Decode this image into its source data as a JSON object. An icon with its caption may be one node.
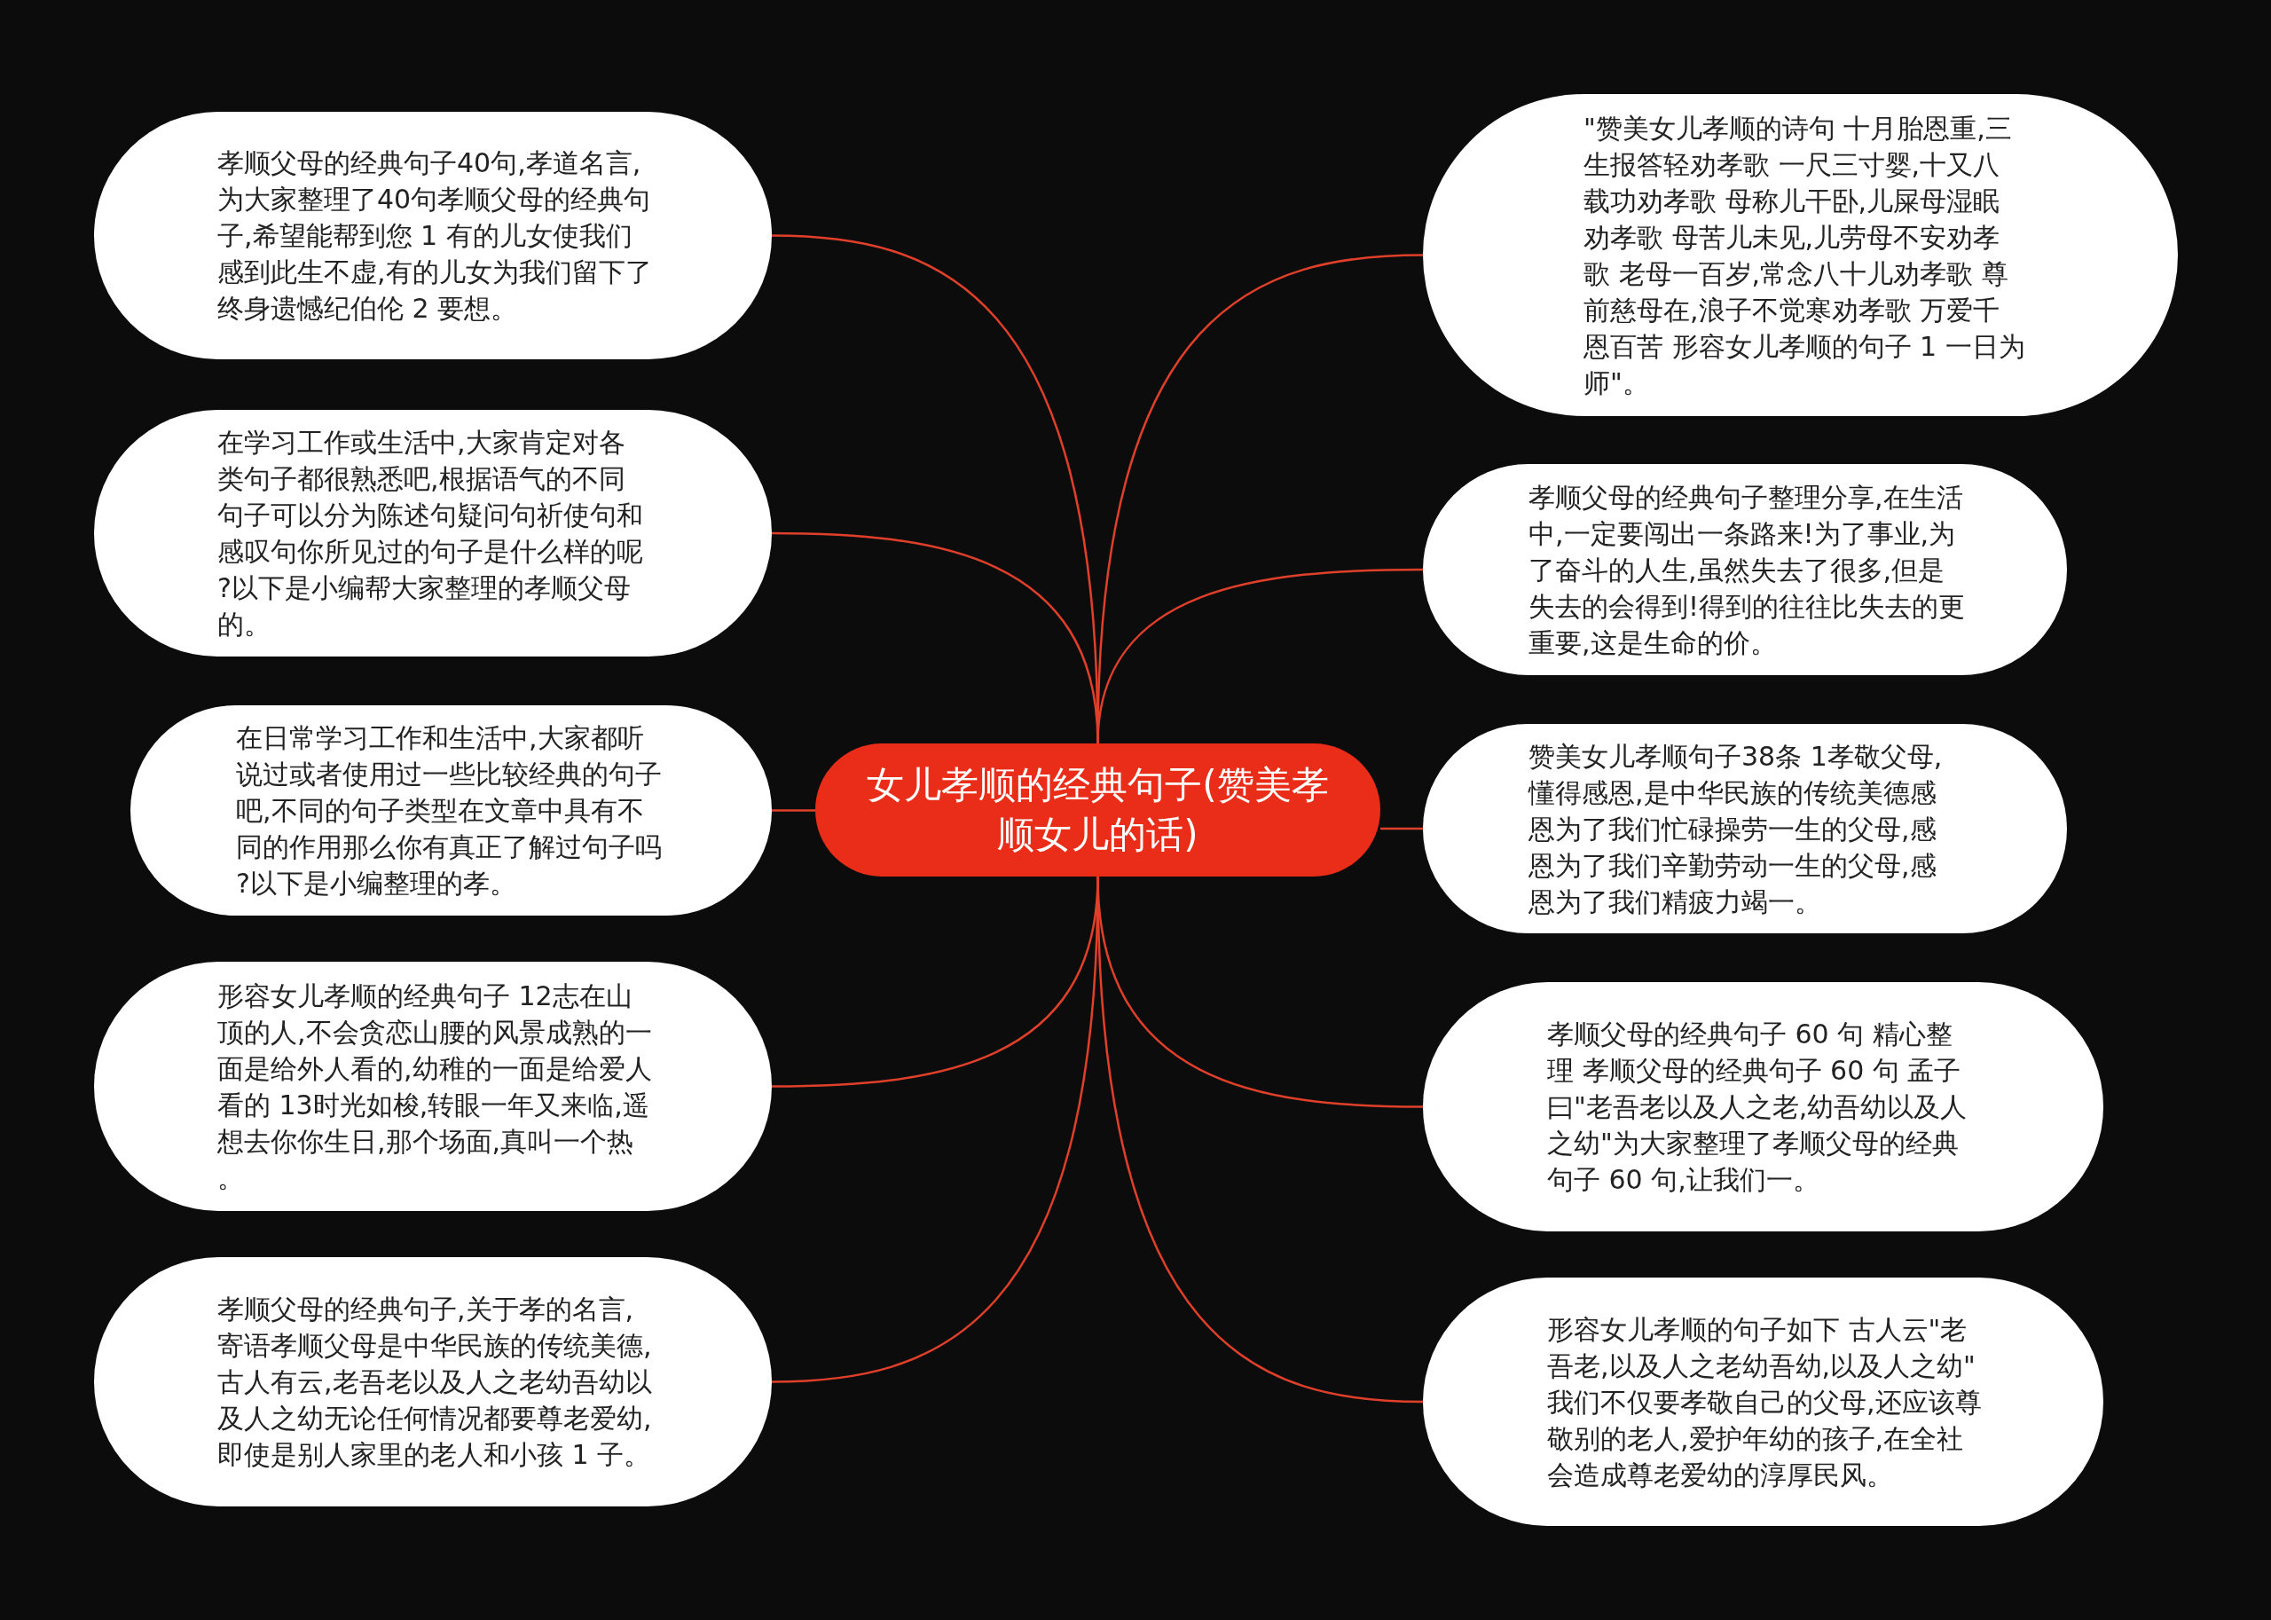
{
  "diagram": {
    "nodes": [
      {
        "text": [
          "女儿孝顺的经典句子(赞美孝顺女儿的话)"
        ]
      },
      {
        "text": [
          "孝顺父母的经典句子40句,孝道名言,为大家整理了40句孝顺父母的经典句子,希望能帮到您 1 有的儿女使我们感到此生不虚,有的儿女为我们留下了终身遗憾纪伯伦 2 要想。"
        ]
      },
      {
        "text": [
          "在学习工作或生活中,大家肯定对各类句子都很熟悉吧,根据语气的不同句子可以分为陈述句疑问句祈使句和感叹句你所见过的句子是什么样的呢?以下是小编帮大家整理的孝顺父母的。"
        ]
      },
      {
        "text": [
          "在日常学习工作和生活中,大家都听说过或者使用过一些比较经典的句子吧,不同的句子类型在文章中具有不同的作用那么你有真正了解过句子吗?以下是小编整理的孝。"
        ]
      },
      {
        "text": [
          "形容女儿孝顺的经典句子 12志在山顶的人,不会贪恋山腰的风景成熟的一面是给外人看的,幼稚的一面是给爱人看的 13时光如梭,转眼一年又来临,遥想去你你生日,那个场面,真叫一个热。"
        ]
      },
      {
        "text": [
          "孝顺父母的经典句子,关于孝的名言,寄语孝顺父母是中华民族的传统美德,古人有云,老吾老以及人之老幼吾幼以及人之幼无论任何情况都要尊老爱幼,即使是别人家里的老人和小孩 1 子。"
        ]
      },
      {
        "text": [
          "\"赞美女儿孝顺的诗句 十月胎恩重,三生报答轻劝孝歌 一尺三寸婴,十又八载功劝孝歌 母称儿干卧,儿屎母湿眠劝孝歌 母苦儿未见,儿劳母不安劝孝歌 老母一百岁,常念八十儿劝孝歌 尊前慈母在,浪子不觉寒劝孝歌 万爱千恩百苦 形容女儿孝顺的句子 1 一日为师\"。"
        ]
      },
      {
        "text": [
          "孝顺父母的经典句子整理分享,在生活中,一定要闯出一条路来!为了事业,为了奋斗的人生,虽然失去了很多,但是失去的会得到!得到的往往比失去的更重要,这是生命的价。"
        ]
      },
      {
        "text": [
          "赞美女儿孝顺句子38条 1孝敬父母,懂得感恩,是中华民族的传统美德感恩为了我们忙碌操劳一生的父母,感恩为了我们辛勤劳动一生的父母,感恩为了我们精疲力竭一。"
        ]
      },
      {
        "text": [
          "孝顺父母的经典句子 60 句 精心整理 孝顺父母的经典句子 60 句 孟子曰\"老吾老以及人之老,幼吾幼以及人之幼\"为大家整理了孝顺父母的经典句子 60 句,让我们一。"
        ]
      },
      {
        "text": [
          "形容女儿孝顺的句子如下 古人云\"老吾老,以及人之老幼吾幼,以及人之幼\" 我们不仅要孝敬自己的父母,还应该尊敬别的老人,爱护年幼的孩子,在全社会造成尊老爱幼的淳厚民风。"
        ]
      }
    ],
    "edges": [
      {
        "from": 0,
        "to": 1,
        "arrow": "none"
      },
      {
        "from": 0,
        "to": 2,
        "arrow": "none"
      },
      {
        "from": 0,
        "to": 3,
        "arrow": "none"
      },
      {
        "from": 0,
        "to": 4,
        "arrow": "none"
      },
      {
        "from": 0,
        "to": 5,
        "arrow": "none"
      },
      {
        "from": 0,
        "to": 6,
        "arrow": "none"
      },
      {
        "from": 0,
        "to": 7,
        "arrow": "none"
      },
      {
        "from": 0,
        "to": 8,
        "arrow": "none"
      },
      {
        "from": 0,
        "to": 9,
        "arrow": "none"
      },
      {
        "from": 0,
        "to": 10,
        "arrow": "none"
      }
    ]
  }
}
